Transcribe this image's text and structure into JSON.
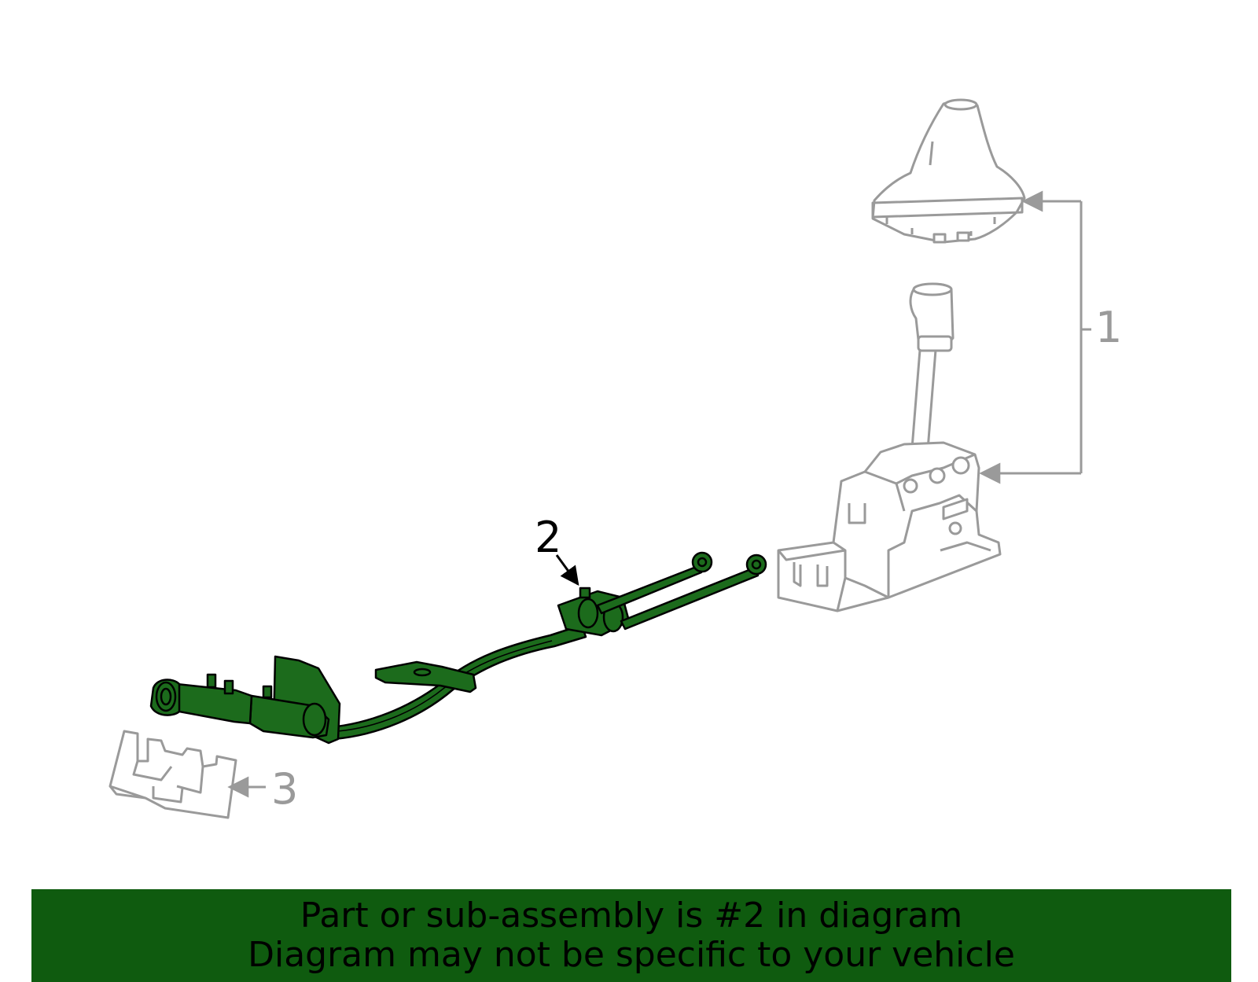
{
  "callouts": [
    {
      "id": "1",
      "label": "1"
    },
    {
      "id": "2",
      "label": "2"
    },
    {
      "id": "3",
      "label": "3"
    }
  ],
  "banner": {
    "line1": "Part or sub-assembly is #2 in diagram",
    "line2": "Diagram may not be specific to your vehicle"
  },
  "colors": {
    "highlight_fill": "#1c6b1c",
    "banner_fill": "#0f5b0f",
    "outline_gray": "#9a9a9a",
    "text_black": "#000000"
  }
}
